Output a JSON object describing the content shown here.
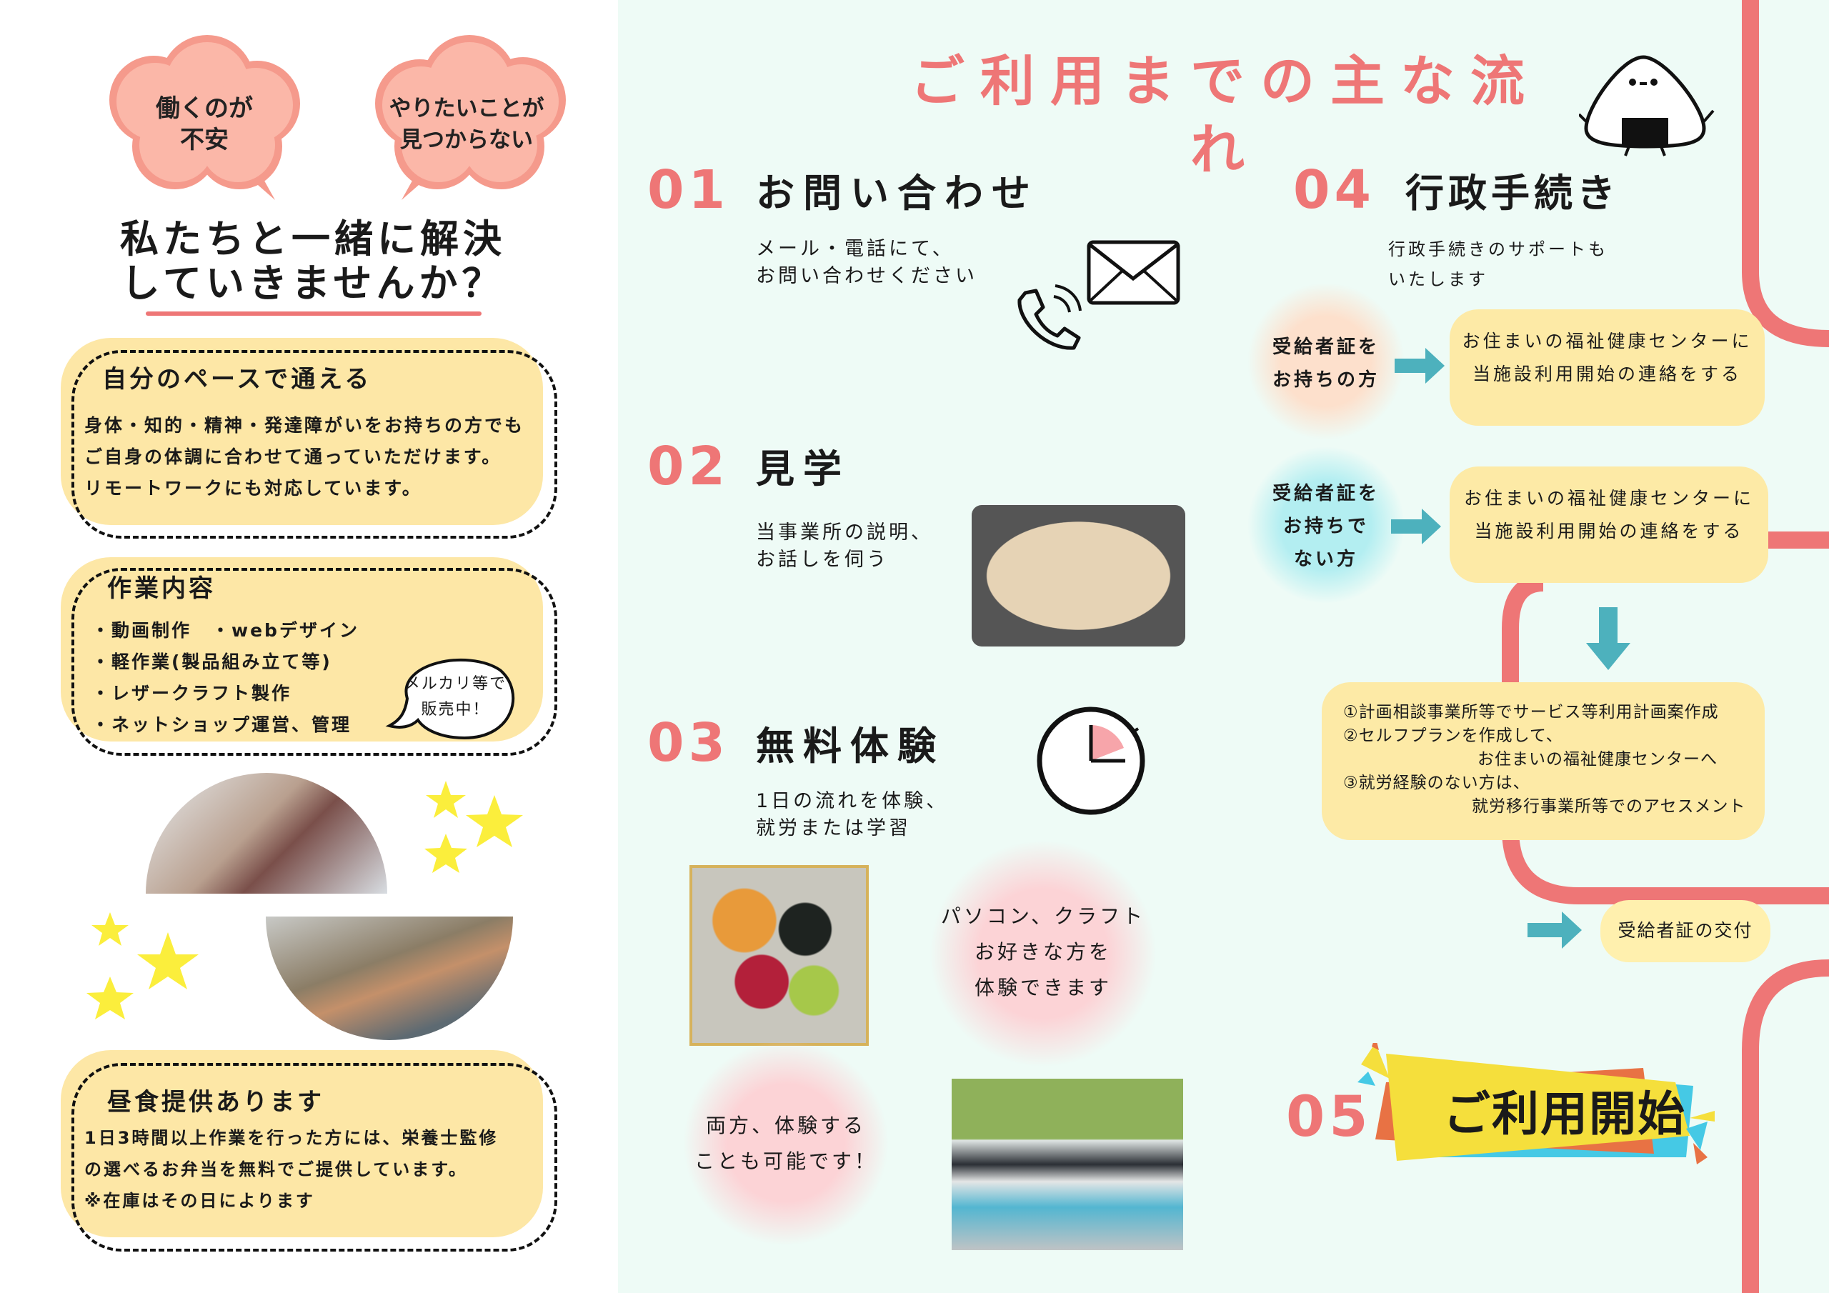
{
  "left": {
    "cloud1": [
      "働くのが",
      "不安"
    ],
    "cloud2": [
      "やりたいことが",
      "見つからない"
    ],
    "heading": [
      "私たちと一緒に解決",
      "していきませんか？"
    ],
    "box1": {
      "title": "自分のペースで通える",
      "lines": [
        "身体・知的・精神・発達障がいをお持ちの方でも",
        "ご自身の体調に合わせて通っていただけます。",
        "リモートワークにも対応しています。"
      ]
    },
    "box2": {
      "title": "作業内容",
      "lines": [
        "・動画制作　・webデザイン",
        "・軽作業(製品組み立て等)",
        "・レザークラフト製作",
        "・ネットショップ運営、管理"
      ],
      "bubble": [
        "メルカリ等で",
        "販売中！"
      ]
    },
    "box3": {
      "title": "昼食提供あります",
      "lines": [
        "1日3時間以上作業を行った方には、栄養士監修",
        "の選べるお弁当を無料でご提供しています。",
        "※在庫はその日によります"
      ]
    }
  },
  "right": {
    "title": "ご利用までの主な流れ",
    "step1": {
      "num": "01",
      "title": "お問い合わせ",
      "desc": [
        "メール・電話にて、",
        "お問い合わせください"
      ]
    },
    "step2": {
      "num": "02",
      "title": "見学",
      "desc": [
        "当事業所の説明、",
        "お話しを伺う"
      ]
    },
    "step3": {
      "num": "03",
      "title": "無料体験",
      "desc": [
        "1日の流れを体験、",
        "就労または学習"
      ],
      "bubble1": [
        "パソコン、クラフト",
        "お好きな方を",
        "体験できます"
      ],
      "bubble2": [
        "両方、体験する",
        "ことも可能です！"
      ]
    },
    "step4": {
      "num": "04",
      "title": "行政手続き",
      "desc": [
        "行政手続きのサポートも",
        "いたします"
      ],
      "case1": [
        "受給者証を",
        "お持ちの方"
      ],
      "case2": [
        "受給者証を",
        "お持ちで",
        "ない方"
      ],
      "box1": [
        "お住まいの福祉健康センターに",
        "当施設利用開始の連絡をする"
      ],
      "box2": [
        "お住まいの福祉健康センターに",
        "当施設利用開始の連絡をする"
      ],
      "box3": [
        "①計画相談事業所等でサービス等利用計画案作成",
        "②セルフプランを作成して、",
        "お住まいの福祉健康センターへ",
        "③就労経験のない方は、",
        "就労移行事業所等でのアセスメント"
      ],
      "issue": "受給者証の交付"
    },
    "step5": {
      "num": "05",
      "title": "ご利用開始"
    }
  },
  "colors": {
    "accent": "#ee7676",
    "yellow": "#fde7a6",
    "teal": "#4db1bd",
    "bg": "#eefbf6"
  }
}
